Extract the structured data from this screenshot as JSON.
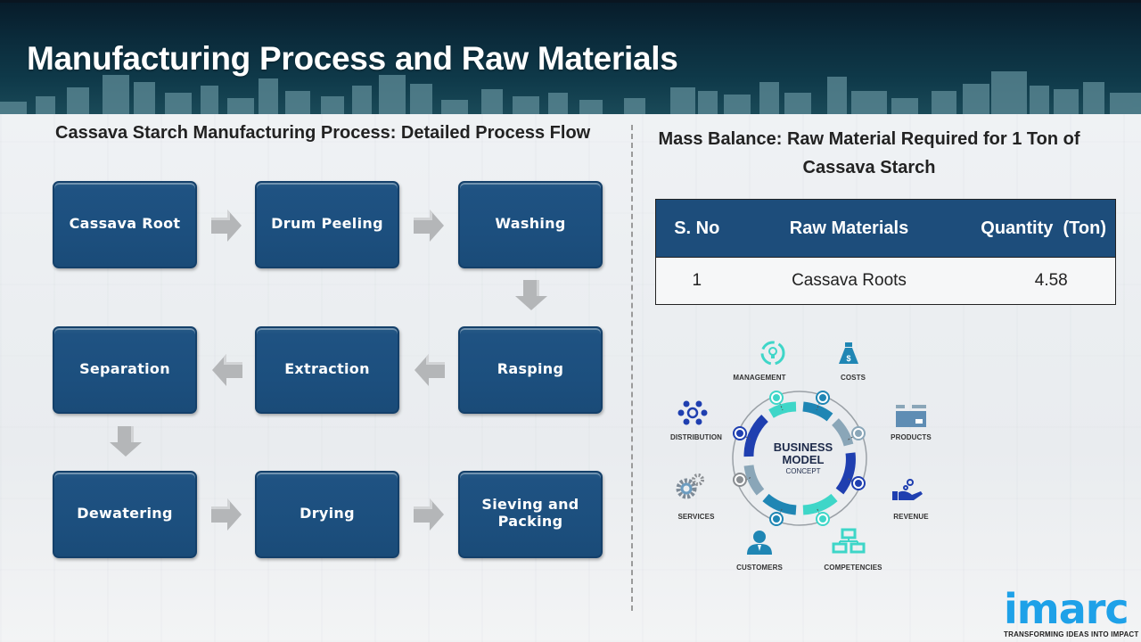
{
  "header": {
    "title": "Manufacturing Process and Raw Materials"
  },
  "process_flow": {
    "heading": "Cassava Starch Manufacturing Process: Detailed Process Flow",
    "steps": [
      "Cassava Root",
      "Drum Peeling",
      "Washing",
      "Rasping",
      "Extraction",
      "Separation",
      "Dewatering",
      "Drying",
      "Sieving and Packing"
    ],
    "arrow_color": "#b4b6b8",
    "box_color": "#1c4f7e"
  },
  "mass_balance": {
    "heading": "Mass Balance: Raw Material Required for 1 Ton of Cassava Starch",
    "columns": [
      "S. No",
      "Raw Materials",
      "Quantity  (Ton)"
    ],
    "rows": [
      [
        "1",
        "Cassava Roots",
        "4.58"
      ]
    ],
    "header_color": "#1d4d7b"
  },
  "business_model": {
    "center_line1": "BUSINESS",
    "center_line2": "MODEL",
    "center_line3": "CONCEPT",
    "items": [
      {
        "label": "MANAGEMENT",
        "icon": "lightbulb-cycle-icon"
      },
      {
        "label": "COSTS",
        "icon": "money-bag-icon"
      },
      {
        "label": "PRODUCTS",
        "icon": "box-icon"
      },
      {
        "label": "REVENUE",
        "icon": "hand-coins-icon"
      },
      {
        "label": "COMPETENCIES",
        "icon": "hierarchy-icon"
      },
      {
        "label": "CUSTOMERS",
        "icon": "person-icon"
      },
      {
        "label": "SERVICES",
        "icon": "gears-icon"
      },
      {
        "label": "DISTRIBUTION",
        "icon": "network-icon"
      }
    ]
  },
  "logo": {
    "name": "imarc",
    "tagline": "TRANSFORMING IDEAS INTO IMPACT",
    "color": "#1ea1e8"
  }
}
